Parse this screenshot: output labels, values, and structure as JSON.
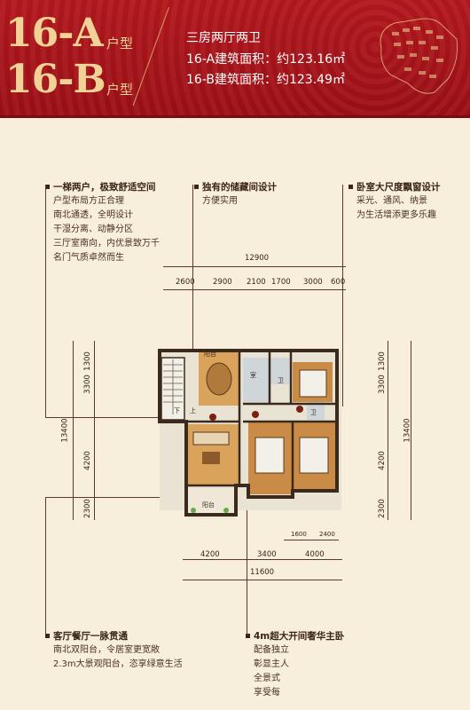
{
  "header": {
    "type_a": "16-A",
    "type_b": "16-B",
    "unit_label_a": "户型",
    "unit_label_b": "户型",
    "layout": "三房两厅两卫",
    "area_a": "16-A建筑面积：约123.16㎡",
    "area_b": "16-B建筑面积：约123.49㎡"
  },
  "notes": {
    "left_top": {
      "title": "一梯两户，极致舒适空间",
      "lines": [
        "户型布局方正合理",
        "南北通透，全明设计",
        "干湿分离、动静分区",
        "三厅室南向，内优景致万千",
        "名门气质卓然而生"
      ]
    },
    "mid_top": {
      "title": "独有的储藏间设计",
      "lines": [
        "方便实用"
      ]
    },
    "right_top": {
      "title": "卧室大尺度飘窗设计",
      "lines": [
        "采光、通风、纳景",
        "为生活增添更多乐趣"
      ]
    },
    "left_bottom": {
      "title": "客厅餐厅一脉贯通",
      "lines": [
        "南北双阳台，令居室更宽敞",
        "2.3m大景观阳台，恣享绿意生活"
      ]
    },
    "right_bottom": {
      "title": "4m超大开间奢华主卧",
      "lines": [
        "配备独立",
        "彰显主人",
        "全景式",
        "享受每"
      ]
    }
  },
  "dimensions": {
    "top_total": "12900",
    "top_segments": [
      "2600",
      "2900",
      "2100",
      "1700",
      "3000",
      "600"
    ],
    "bottom_total": "11600",
    "bottom_segments": [
      "4200",
      "3400",
      "4000"
    ],
    "bottom_small": [
      "1600",
      "2400"
    ],
    "left_total": "13400",
    "left_segments": [
      "1300",
      "3300",
      "4200",
      "2300"
    ],
    "right_total": "13400",
    "right_segments": [
      "1300",
      "3300",
      "4200",
      "2300"
    ]
  },
  "rooms": {
    "balcony_north": "阳台",
    "storage": "室",
    "bath1": "卫",
    "bath2": "卫",
    "balcony_south": "阳台",
    "stair_down": "下",
    "stair_up": "上"
  },
  "colors": {
    "header_red": "#a8141a",
    "gold": "#f1d397",
    "bg": "#f7eedb",
    "wall": "#3b2a1c",
    "floor_wood": "#d9a35c",
    "floor_tile": "#e9e3d3"
  }
}
